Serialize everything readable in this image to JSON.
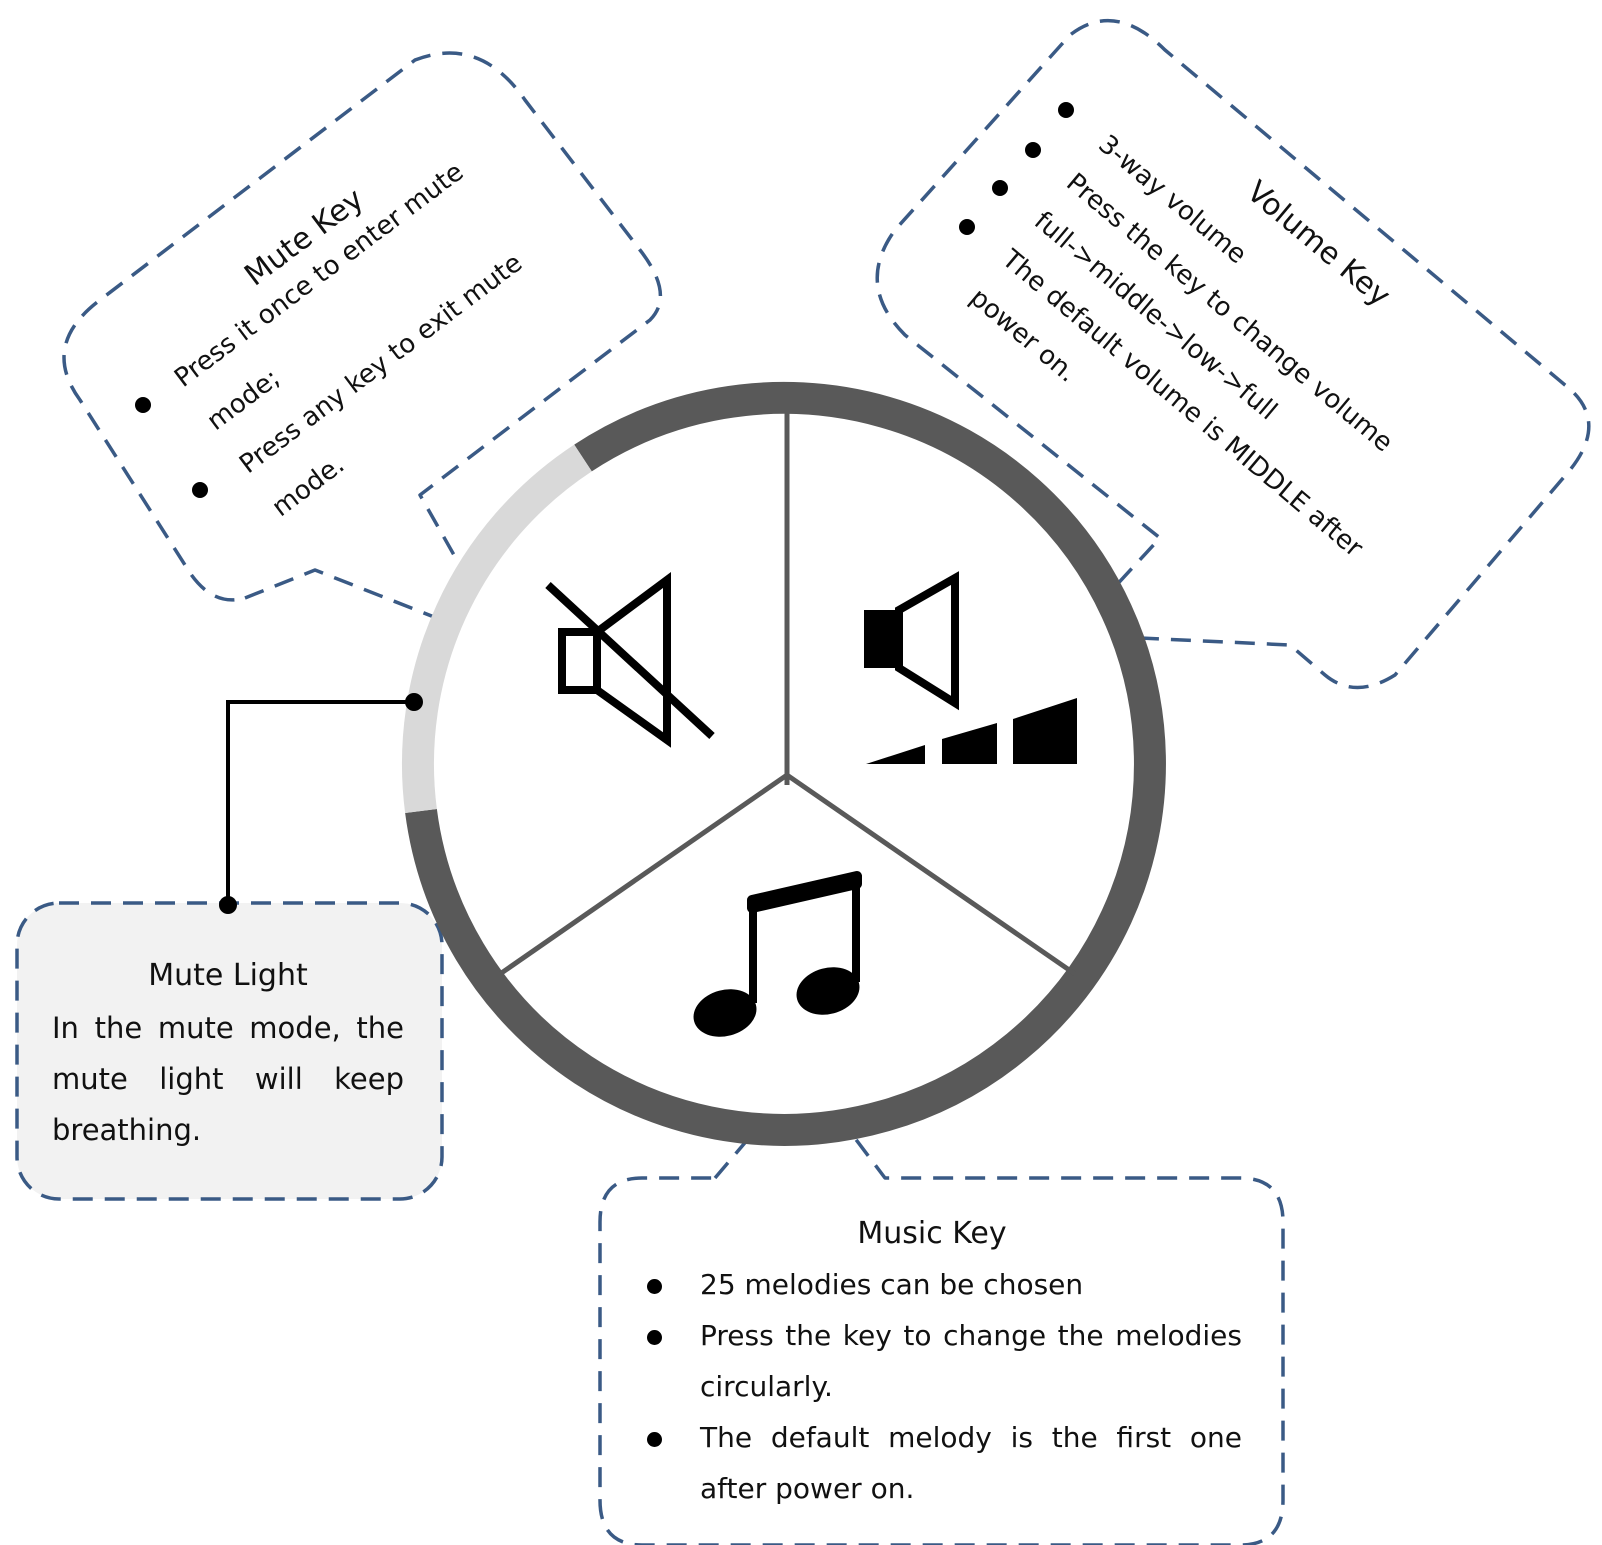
{
  "mute_key": {
    "title": "Mute Key",
    "lines": [
      "Press it once to enter mute",
      "mode;",
      "Press any key to exit mute",
      "mode."
    ]
  },
  "volume_key": {
    "title": "Volume Key",
    "lines": [
      "3-way volume",
      "Press the key to change volume",
      "full->middle->low->full",
      "The default volume is MIDDLE after",
      "power on."
    ]
  },
  "mute_light": {
    "title": "Mute Light",
    "text": "In the mute mode, the mute light will keep breathing."
  },
  "music_key": {
    "title": "Music Key",
    "items": [
      "25 melodies can be chosen",
      "Press the key to change the melodies circularly.",
      "The default melody is the first one after power on."
    ]
  },
  "colors": {
    "callout_border": "#3a5a85",
    "ring": "#595959",
    "mute_light_segment": "#d9d9d9",
    "mute_light_box_fill": "#f2f2f2"
  },
  "icons": [
    "speaker-muted-icon",
    "speaker-volume-icon",
    "volume-bars-icon",
    "music-note-icon"
  ]
}
